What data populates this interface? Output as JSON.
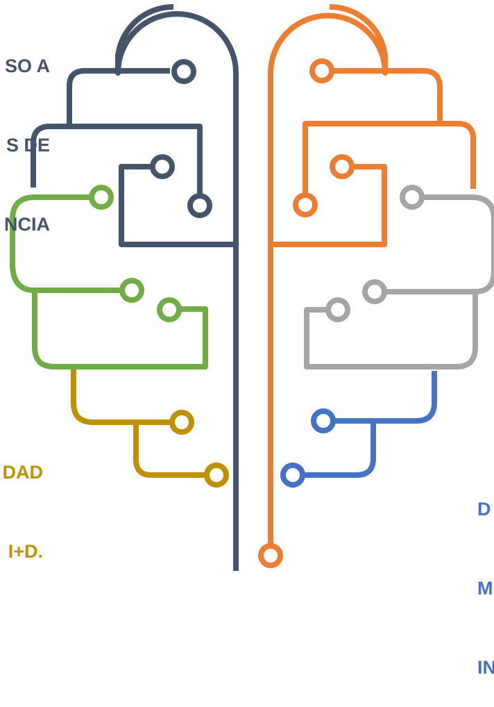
{
  "labels": {
    "top_left": [
      "SO A",
      "S DE",
      "NCIA"
    ],
    "bottom_left": [
      "DAD",
      "I+D."
    ],
    "bottom_right": [
      "D",
      "M",
      "IN"
    ]
  },
  "colors": {
    "navy": "#44546A",
    "orange": "#ED7D31",
    "green": "#70AD47",
    "gold": "#BF9000",
    "gray": "#A5A5A5",
    "blue": "#4472C4"
  }
}
